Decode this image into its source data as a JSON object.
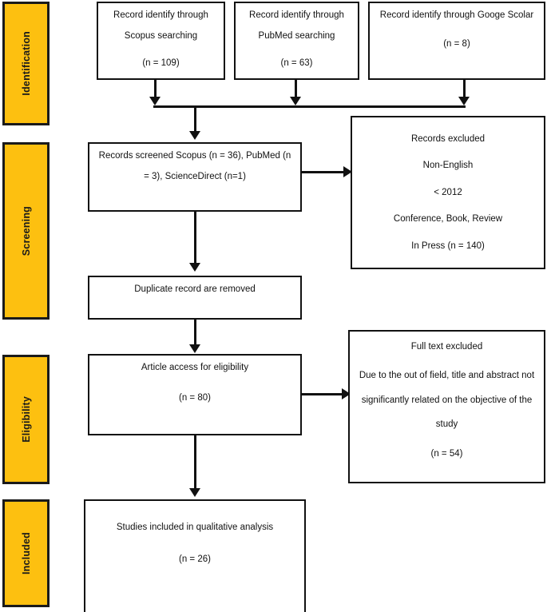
{
  "diagram": {
    "title": "PRISMA flow diagram",
    "accent_color": "#FDC010",
    "line_color": "#111111",
    "background_color": "#FFFFFF"
  },
  "stages": [
    {
      "id": "identification",
      "label": "Identification"
    },
    {
      "id": "screening",
      "label": "Screening"
    },
    {
      "id": "eligibility",
      "label": "Eligibility"
    },
    {
      "id": "included",
      "label": "Included"
    }
  ],
  "sources": [
    {
      "id": "scopus",
      "line1": "Record identify through",
      "line2": "Scopus searching",
      "count": "(n = 109)"
    },
    {
      "id": "pubmed",
      "line1": "Record identify through",
      "line2": "PubMed searching",
      "count": "(n = 63)"
    },
    {
      "id": "google-scholar",
      "line1": "Record identify through Googe Scolar",
      "line2": "",
      "count": "(n = 8)"
    }
  ],
  "screened": {
    "line1": "Records screened Scopus (n = 36), PubMed (n",
    "line2": "= 3), ScienceDirect (n=1)"
  },
  "records_excluded": {
    "title": "Records excluded",
    "reasons": [
      "Non-English",
      "< 2012",
      "Conference, Book, Review"
    ],
    "count_line": "In Press (n = 140)"
  },
  "duplicates": {
    "line1": "Duplicate record are removed"
  },
  "eligibility": {
    "line1": "Article access for eligibility",
    "count": "(n = 80)"
  },
  "fulltext_excluded": {
    "title": "Full text excluded",
    "line1": "Due to the out of field, title and abstract not",
    "line2": "significantly related on the objective of the",
    "line3": "study",
    "count": "(n = 54)"
  },
  "included": {
    "line1": "Studies included in qualitative analysis",
    "count": "(n = 26)"
  },
  "chart_data": {
    "type": "diagram",
    "flow": "PRISMA systematic review selection",
    "nodes": [
      {
        "stage": "Identification",
        "name": "Scopus searching",
        "n": 109
      },
      {
        "stage": "Identification",
        "name": "PubMed searching",
        "n": 63
      },
      {
        "stage": "Identification",
        "name": "Googe Scolar",
        "n": 8
      },
      {
        "stage": "Screening",
        "name": "Records screened Scopus",
        "n": 36
      },
      {
        "stage": "Screening",
        "name": "Records screened PubMed",
        "n": 3
      },
      {
        "stage": "Screening",
        "name": "Records screened ScienceDirect",
        "n": 1
      },
      {
        "stage": "Screening",
        "name": "Records excluded",
        "n": 140
      },
      {
        "stage": "Screening",
        "name": "Duplicate record are removed",
        "n": null
      },
      {
        "stage": "Eligibility",
        "name": "Article access for eligibility",
        "n": 80
      },
      {
        "stage": "Eligibility",
        "name": "Full text excluded",
        "n": 54
      },
      {
        "stage": "Included",
        "name": "Studies included in qualitative analysis",
        "n": 26
      }
    ]
  }
}
